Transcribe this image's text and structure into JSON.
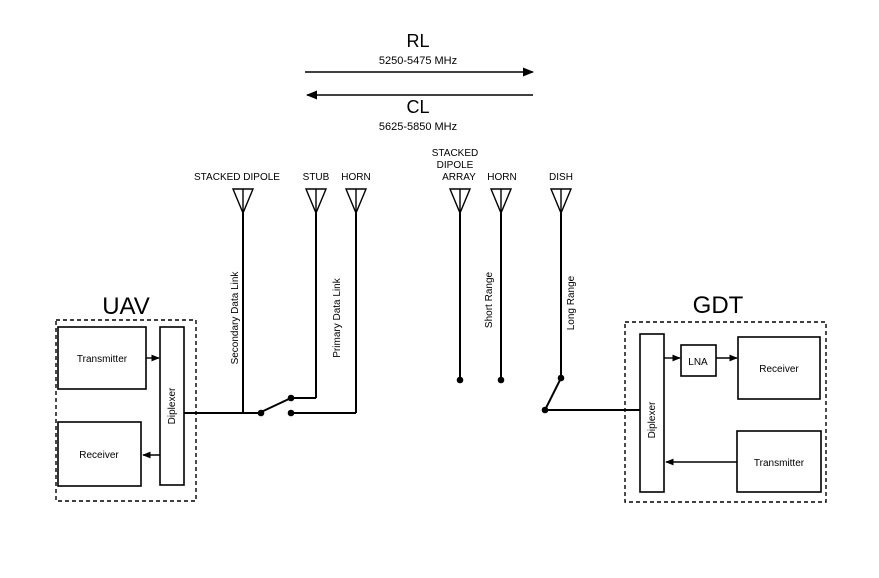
{
  "rl": {
    "label": "RL",
    "freq": "5250-5475 MHz"
  },
  "cl": {
    "label": "CL",
    "freq": "5625-5850 MHz"
  },
  "antennas": {
    "stacked_dipole": "STACKED DIPOLE",
    "stub": "STUB",
    "horn_uav": "HORN",
    "stacked_dipole_array_l1": "STACKED",
    "stacked_dipole_array_l2": "DIPOLE",
    "stacked_dipole_array_l3": "ARRAY",
    "horn_gdt": "HORN",
    "dish": "DISH"
  },
  "links": {
    "secondary": "Secondary Data Link",
    "primary": "Primary Data Link",
    "short": "Short Range",
    "long": "Long Range"
  },
  "uav": {
    "title": "UAV",
    "transmitter": "Transmitter",
    "receiver": "Receiver",
    "diplexer": "Diplexer"
  },
  "gdt": {
    "title": "GDT",
    "lna": "LNA",
    "receiver": "Receiver",
    "transmitter": "Transmitter",
    "diplexer": "Diplexer"
  }
}
